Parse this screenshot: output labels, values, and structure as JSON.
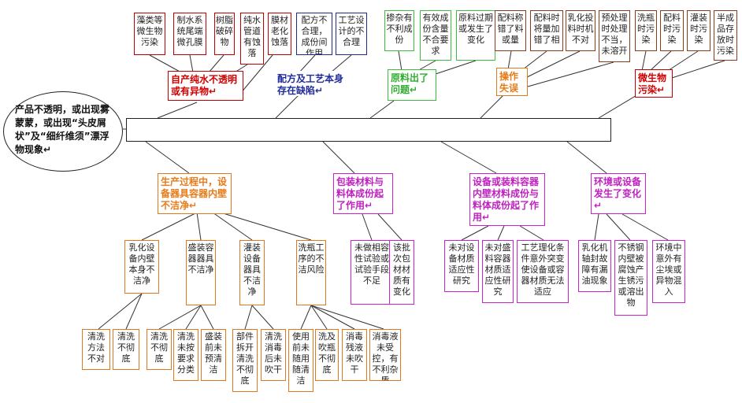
{
  "problem": "产品不透明，或出现雾蒙蒙，或出现“头皮屑状”及“细纤维须”漂浮物现象↵",
  "top_causes": [
    {
      "label": "自产纯水不透明或有异物↵",
      "items": [
        "藻类等微生物污染",
        "制水系统尾端微孔膜",
        "树脂破碎物",
        "纯水管道有蚀落",
        "膜材老化蚀落"
      ]
    },
    {
      "label": "配方及工艺本身存在缺陷↵",
      "items": [
        "配方不合理，成份间作用",
        "工艺设计的不合理"
      ]
    },
    {
      "label": "原料出了问题↵",
      "items": [
        "掺杂有不利成份",
        "有效成份含量不合要求",
        "原料过期或发生了变化"
      ]
    },
    {
      "label": "操作失误↵",
      "items": [
        "配料称错了料或量",
        "配料时将量加错了相",
        "乳化投料时机不对",
        "预处理时处理不当，未溶开"
      ]
    },
    {
      "label": "微生物污染↵",
      "items": [
        "洗瓶时污染",
        "配料时污染",
        "灌装时污染",
        "半成品存放时污染"
      ]
    }
  ],
  "bottom_causes": [
    {
      "label": "生产过程中，设备器具容器内壁不洁净↵",
      "subs": [
        {
          "label": "乳化设备内壁本身不洁净",
          "items": [
            "清洗方法不对",
            "清洗不彻底"
          ]
        },
        {
          "label": "盛装容器器具不洁净",
          "items": [
            "清洗不彻底",
            "清洗未按要求分类",
            "盛装前未预清洁"
          ]
        },
        {
          "label": "灌装设备器具不洁净",
          "items": [
            "部件拆开清洗不彻底",
            "清洗消毒后未吹干"
          ]
        },
        {
          "label": "洗瓶工序的不洁风险",
          "items": [
            "使用前未随用随清洁",
            "洗及吹瓶不彻底",
            "消毒残液未吹干",
            "消毒液未受控，有不利杂质"
          ]
        }
      ]
    },
    {
      "label": "包装材料与料体成份起了作用↵",
      "items": [
        "未做相容性试验或试验手段不足",
        "该批次包材材质有变化"
      ]
    },
    {
      "label": "设备或装料容器内壁材料成份与料体成份起了作用↵",
      "items": [
        "未对设备材质适应性研究",
        "未对盛料容器材质适应性研究",
        "工艺理化条件意外突变使设备或容器材质无法适应"
      ]
    },
    {
      "label": "环境或设备发生了变化↵",
      "items": [
        "乳化机轴封故障有漏油现象",
        "不锈钢内壁被腐蚀产生锈污或溶出物",
        "环境中意外有尘埃或异物混入"
      ]
    }
  ]
}
